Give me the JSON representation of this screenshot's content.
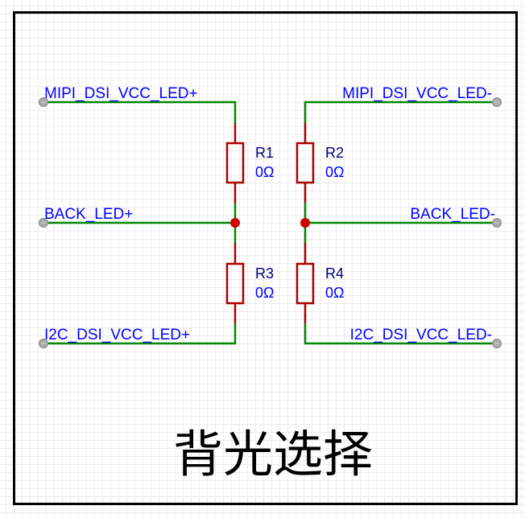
{
  "title": "背光选择",
  "colors": {
    "wire": "#008800",
    "component": "#aa0000",
    "junction": "#cc0000",
    "net_label": "#0000ff",
    "ref_label": "#000080",
    "port": "#999999",
    "frame": "#000000"
  },
  "net_labels": {
    "left_top": "MIPI_DSI_VCC_LED+",
    "left_mid": "BACK_LED+",
    "left_bot": "I2C_DSI_VCC_LED+",
    "right_top": "MIPI_DSI_VCC_LED-",
    "right_mid": "BACK_LED-",
    "right_bot": "I2C_DSI_VCC_LED-"
  },
  "components": {
    "r1": {
      "ref": "R1",
      "value": "0Ω"
    },
    "r2": {
      "ref": "R2",
      "value": "0Ω"
    },
    "r3": {
      "ref": "R3",
      "value": "0Ω"
    },
    "r4": {
      "ref": "R4",
      "value": "0Ω"
    }
  }
}
